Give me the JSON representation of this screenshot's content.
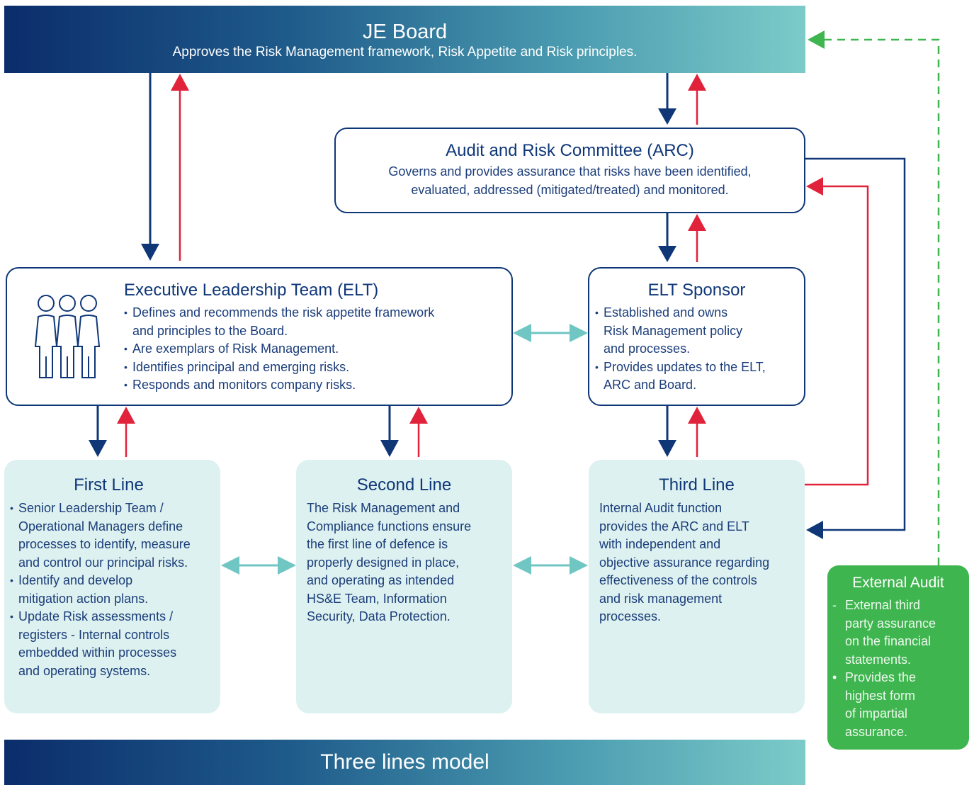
{
  "board": {
    "title": "JE Board",
    "subtitle": "Approves the Risk Management framework, Risk Appetite and Risk principles."
  },
  "arc": {
    "title": "Audit and Risk Committee (ARC)",
    "text_line1": "Governs and provides assurance that risks have been identified,",
    "text_line2": "evaluated, addressed (mitigated/treated) and monitored."
  },
  "elt": {
    "title": "Executive Leadership Team (ELT)",
    "icon": "people-group-icon",
    "bullets": [
      [
        "Defines and recommends the risk appetite framework",
        "and principles to the Board."
      ],
      [
        "Are exemplars of Risk Management."
      ],
      [
        "Identifies principal and emerging risks."
      ],
      [
        "Responds and monitors company risks."
      ]
    ]
  },
  "sponsor": {
    "title": "ELT Sponsor",
    "bullets": [
      [
        "Established and owns",
        "Risk Management policy",
        "and processes."
      ],
      [
        "Provides updates to the ELT,",
        "ARC and Board."
      ]
    ]
  },
  "first_line": {
    "title": "First Line",
    "bullets": [
      [
        "Senior Leadership Team /",
        "Operational Managers define",
        "processes to identify, measure",
        "and control our principal risks."
      ],
      [
        "Identify and develop",
        "mitigation action plans."
      ],
      [
        "Update Risk assessments /",
        "registers - Internal controls",
        "embedded within processes",
        "and operating systems."
      ]
    ]
  },
  "second_line": {
    "title": "Second Line",
    "lines": [
      "The Risk Management and",
      "Compliance functions ensure",
      "the first line of defence is",
      "properly designed in place,",
      "and operating as intended",
      "HS&E Team, Information",
      "Security, Data Protection."
    ]
  },
  "third_line": {
    "title": "Third Line",
    "lines": [
      "Internal Audit function",
      "provides the ARC and ELT",
      "with independent and",
      "objective assurance regarding",
      "effectiveness of the controls",
      "and risk management",
      "processes."
    ]
  },
  "external_audit": {
    "title": "External Audit",
    "items": [
      {
        "marker": "-",
        "lines": [
          "External third",
          "party assurance",
          "on the financial",
          "statements."
        ]
      },
      {
        "marker": "•",
        "lines": [
          "Provides the",
          "highest form",
          "of impartial",
          "assurance."
        ]
      }
    ]
  },
  "footer": {
    "title": "Three lines model"
  },
  "colors": {
    "navy": "#0f3778",
    "red": "#e0223a",
    "teal": "#6fc6c2",
    "green": "#3fb54f",
    "light_teal_bg": "#ddf1f0"
  }
}
